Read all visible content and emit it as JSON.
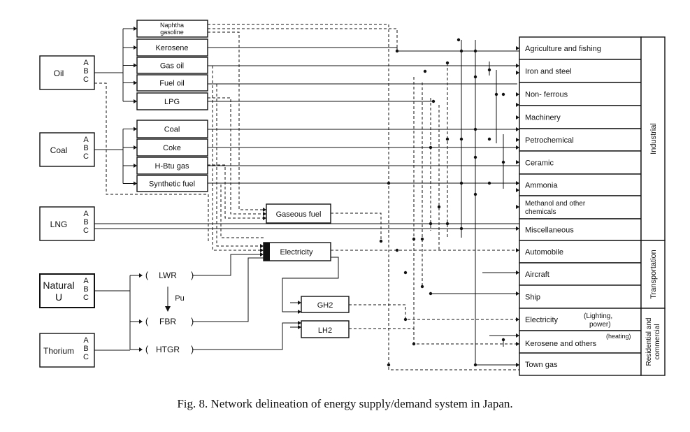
{
  "sources": [
    {
      "id": "oil",
      "label": "Oil"
    },
    {
      "id": "coal",
      "label": "Coal"
    },
    {
      "id": "lng",
      "label": "LNG"
    },
    {
      "id": "natural-u",
      "label": "Natural U"
    },
    {
      "id": "thorium",
      "label": "Thorium"
    }
  ],
  "abc": [
    "A",
    "B",
    "C"
  ],
  "oil_products": [
    "Naphtha gasoline",
    "Kerosene",
    "Gas oil",
    "Fuel oil",
    "LPG"
  ],
  "coal_products": [
    "Coal",
    "Coke",
    "H-Btu gas",
    "Synthetic fuel"
  ],
  "reactors": [
    "LWR",
    "FBR",
    "HTGR"
  ],
  "reactor_arrow_label": "Pu",
  "secondary": {
    "gaseous_fuel": "Gaseous fuel",
    "electricity": "Electricity",
    "gh2": "GH2",
    "lh2": "LH2"
  },
  "demand": [
    "Agriculture and fishing",
    "Iron and steel",
    "Non- ferrous",
    "Machinery",
    "Petrochemical",
    "Ceramic",
    "Ammonia",
    "Methanol and other chemicals",
    "Miscellaneous",
    "Automobile",
    "Aircraft",
    "Ship",
    "Electricity (Lighting, power)",
    "Kerosene and others (heating)",
    "Town gas"
  ],
  "sectors": [
    {
      "label": "Industrial"
    },
    {
      "label": "Transportation"
    },
    {
      "label": "Residential and commercial"
    }
  ],
  "caption": "Fig. 8. Network delineation of energy supply/demand system in Japan."
}
